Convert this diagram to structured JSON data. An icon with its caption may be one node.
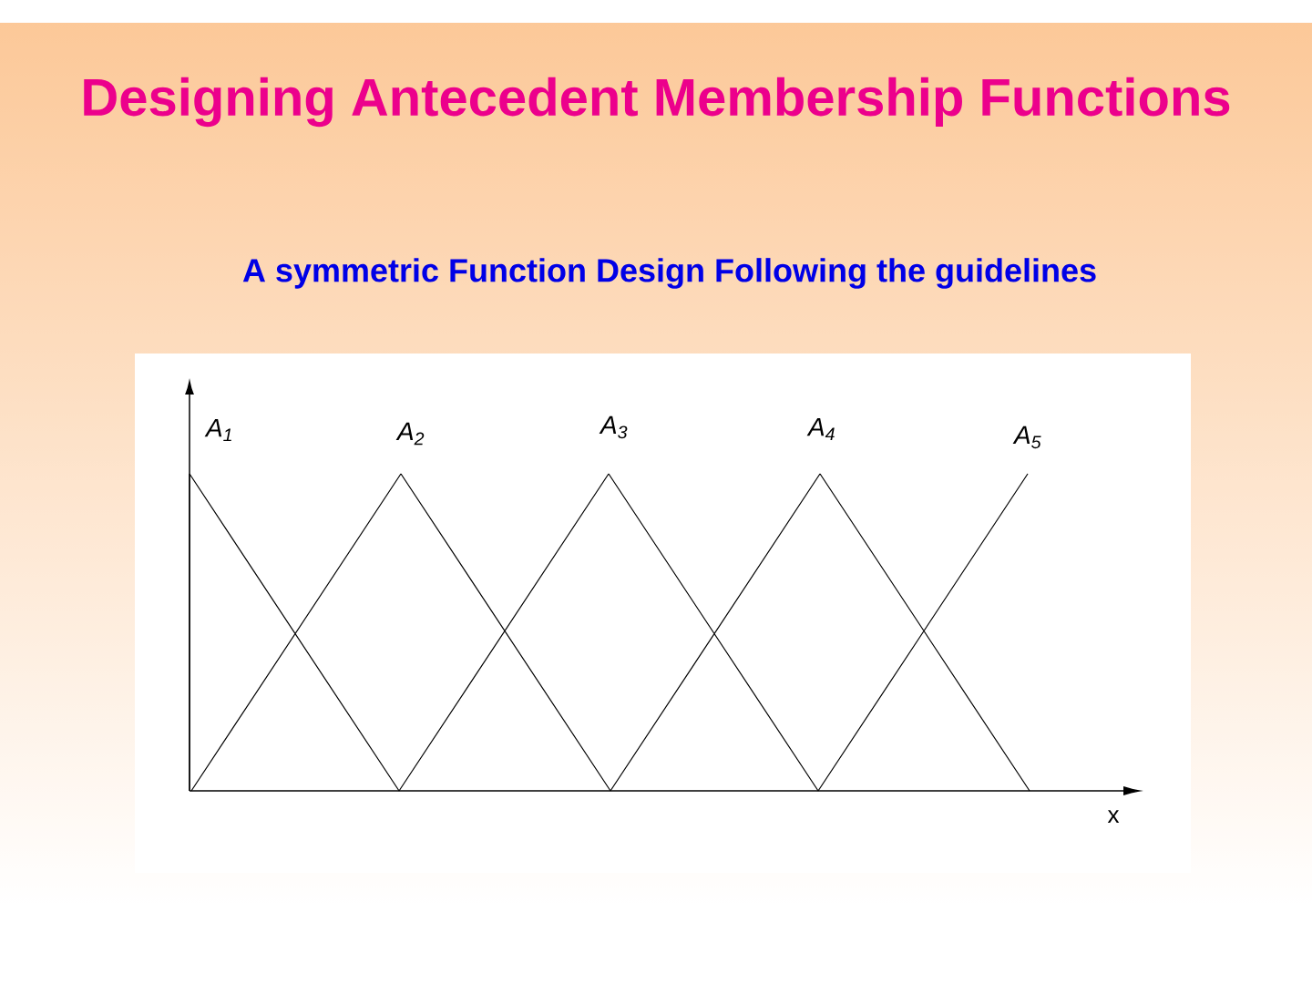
{
  "diagram": {
    "title": "Designing Antecedent Membership Functions",
    "labels": [
      "A symmetric Function Design Following the guidelines",
      "A$_{1}$",
      "A$_{2}$",
      "A$_{3}$",
      "A$_{4}$",
      "A$_{5}$",
      "x"
    ]
  }
}
